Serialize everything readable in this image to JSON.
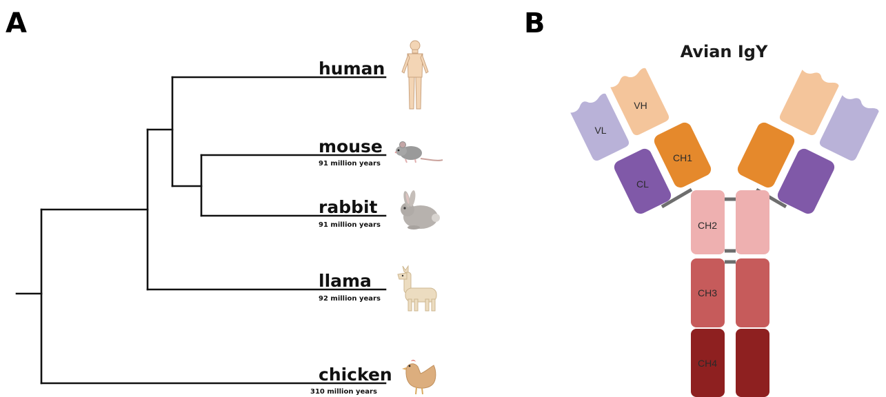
{
  "panels": {
    "a": "A",
    "b": "B"
  },
  "tree": {
    "species": [
      {
        "name": "human",
        "divergence": "",
        "icon": "human-figure-icon"
      },
      {
        "name": "mouse",
        "divergence": "91 million years",
        "icon": "mouse-icon"
      },
      {
        "name": "rabbit",
        "divergence": "91 million years",
        "icon": "rabbit-icon"
      },
      {
        "name": "llama",
        "divergence": "92 million years",
        "icon": "llama-icon"
      },
      {
        "name": "chicken",
        "divergence": "310 million years",
        "icon": "chicken-icon"
      }
    ]
  },
  "antibody": {
    "title": "Avian IgY",
    "domains": {
      "vh": "VH",
      "vl": "VL",
      "ch1": "CH1",
      "cl": "CL",
      "ch2": "CH2",
      "ch3": "CH3",
      "ch4": "CH4"
    },
    "colors": {
      "vh": "#f4c59b",
      "vl": "#b9b2d8",
      "ch1": "#e5892c",
      "cl": "#8059a8",
      "ch2": "#eeb0b0",
      "ch3": "#c65b5b",
      "ch4": "#8e2020",
      "linker": "#6e6e6e"
    }
  }
}
